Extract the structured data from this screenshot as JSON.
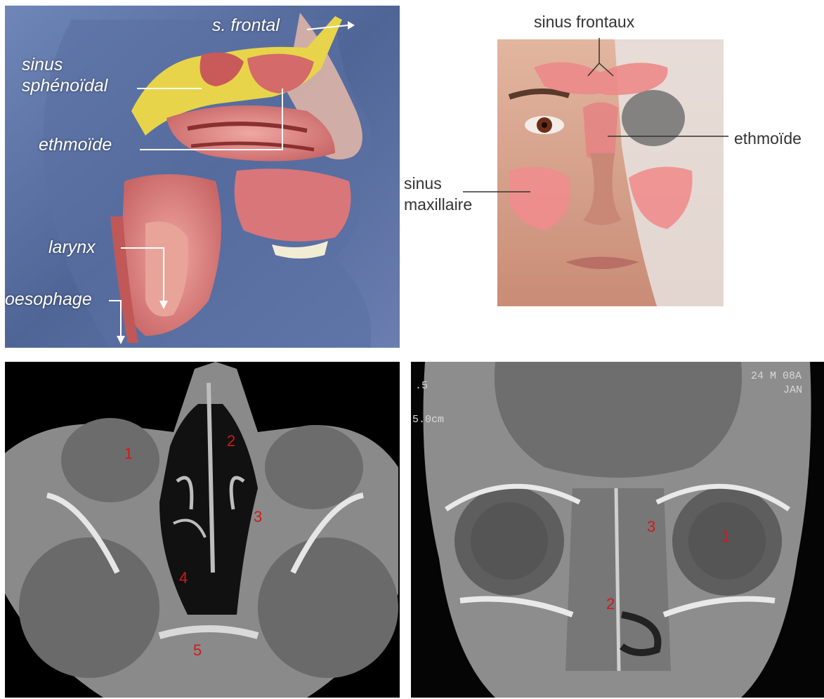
{
  "panels": {
    "sagittal": {
      "labels": {
        "s_frontal": "s. frontal",
        "sinus_sphenoidal_line1": "sinus",
        "sinus_sphenoidal_line2": "sphénoïdal",
        "ethmoide": "ethmoïde",
        "larynx": "larynx",
        "oesophage": "oesophage"
      }
    },
    "face": {
      "labels": {
        "sinus_frontaux": "sinus frontaux",
        "ethmoide": "ethmoïde",
        "sinus_maxillaire_line1": "sinus",
        "sinus_maxillaire_line2": "maxillaire"
      }
    },
    "axial_ct": {
      "numbers": [
        "1",
        "2",
        "3",
        "4",
        "5"
      ]
    },
    "coronal_ct": {
      "numbers": [
        "1",
        "2",
        "3"
      ],
      "overlay_text": {
        "left_1": ".5",
        "left_2": "5.0cm",
        "right_1": "24 M 08A",
        "right_2": "JAN"
      }
    }
  },
  "colors": {
    "label_red": "#d11a1a",
    "sinus_yellow": "#e8d44a",
    "tissue_pink": "#d9767a"
  }
}
